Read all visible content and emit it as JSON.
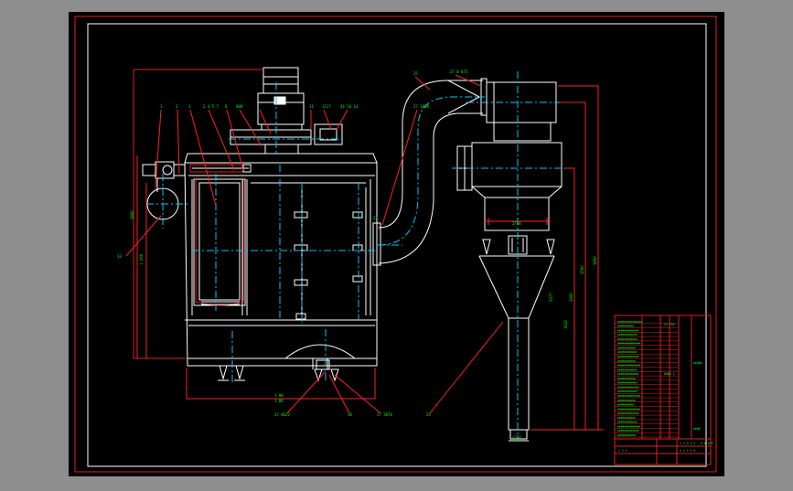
{
  "colors": {
    "background": "#8e8e8e",
    "canvas": "#000000",
    "frame_outer": "#e02020",
    "frame_inner": "#ffffff",
    "outline": "#ffffff",
    "centerline": "#00c8ff",
    "dimension": "#ff2020",
    "leader": "#ff2020",
    "label": "#00ff00",
    "table_text": "#00ff00"
  },
  "drawing": {
    "labels": {
      "l1": "1",
      "l2": "2",
      "l3": "3",
      "l4": "2 4 5 7",
      "l5": "8",
      "l6": "888",
      "l7": "11",
      "l8": "1217",
      "l9": "44 16 14",
      "l10": "33",
      "l11": "25",
      "l12": "27 8 875",
      "l13": "27 1838",
      "l14": "22",
      "l15": "27 8622",
      "l16": "18",
      "l17": "27 3876",
      "l18": "24",
      "l19": "o750",
      "l20": "2748",
      "l21": "1 00"
    },
    "dims": {
      "d1": "3800",
      "d2": "1 200",
      "d3": "3800",
      "d4": "3500",
      "d5": "3000",
      "d6": "3377",
      "d7": "1620",
      "d8": "1 00"
    },
    "title_block": {
      "rows": [
        "###############",
        "##########",
        "#############",
        "############",
        "############",
        "##############",
        "###########",
        "############",
        "#############",
        "###########",
        "##############",
        "############",
        "#############",
        "###########",
        "############",
        "#############",
        "############",
        "##############",
        "###########",
        "##########",
        "##############",
        "#############",
        "###########",
        "############",
        "##############",
        "#############",
        "###########"
      ],
      "codes": [
        "S3 786",
        "###8 4",
        "#####",
        "####"
      ],
      "footer": [
        "1 4 3 1 5 - 0 0 0 0",
        "1 2 3",
        "4 1 7 5 6"
      ]
    }
  }
}
